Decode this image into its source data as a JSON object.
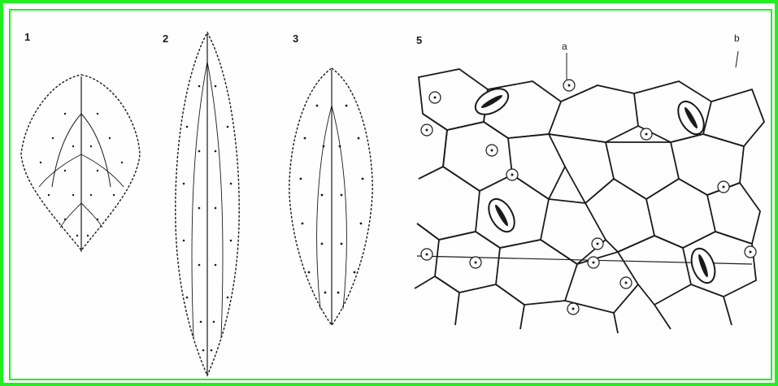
{
  "figure": {
    "panel_labels": [
      "1",
      "2",
      "3",
      "5"
    ],
    "annotation_a": "a",
    "annotation_b": "b",
    "colors": {
      "border": "#22ee22",
      "ink": "#1a1a1a",
      "background": "#fefefe"
    }
  }
}
